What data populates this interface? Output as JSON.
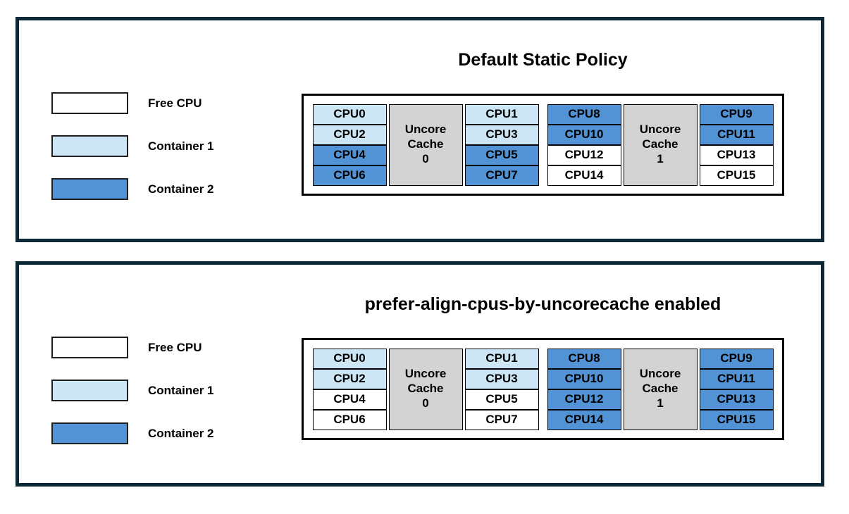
{
  "colors": {
    "free": "#ffffff",
    "container1": "#cce6f6",
    "container2": "#5193d5",
    "cache": "#d3d3d3",
    "panel_border": "#0c2836"
  },
  "legend": {
    "items": [
      {
        "label": "Free CPU",
        "color_key": "free"
      },
      {
        "label": "Container 1",
        "color_key": "container1"
      },
      {
        "label": "Container 2",
        "color_key": "container2"
      }
    ]
  },
  "panels": [
    {
      "title": "Default Static Policy",
      "groups": [
        {
          "cache_label_lines": [
            "Uncore",
            "Cache",
            "0"
          ],
          "left_cells": [
            {
              "label": "CPU0",
              "state": "container1"
            },
            {
              "label": "CPU2",
              "state": "container1"
            },
            {
              "label": "CPU4",
              "state": "container2"
            },
            {
              "label": "CPU6",
              "state": "container2"
            }
          ],
          "right_cells": [
            {
              "label": "CPU1",
              "state": "container1"
            },
            {
              "label": "CPU3",
              "state": "container1"
            },
            {
              "label": "CPU5",
              "state": "container2"
            },
            {
              "label": "CPU7",
              "state": "container2"
            }
          ]
        },
        {
          "cache_label_lines": [
            "Uncore",
            "Cache",
            "1"
          ],
          "left_cells": [
            {
              "label": "CPU8",
              "state": "container2"
            },
            {
              "label": "CPU10",
              "state": "container2"
            },
            {
              "label": "CPU12",
              "state": "free"
            },
            {
              "label": "CPU14",
              "state": "free"
            }
          ],
          "right_cells": [
            {
              "label": "CPU9",
              "state": "container2"
            },
            {
              "label": "CPU11",
              "state": "container2"
            },
            {
              "label": "CPU13",
              "state": "free"
            },
            {
              "label": "CPU15",
              "state": "free"
            }
          ]
        }
      ]
    },
    {
      "title": "prefer-align-cpus-by-uncorecache enabled",
      "groups": [
        {
          "cache_label_lines": [
            "Uncore",
            "Cache",
            "0"
          ],
          "left_cells": [
            {
              "label": "CPU0",
              "state": "container1"
            },
            {
              "label": "CPU2",
              "state": "container1"
            },
            {
              "label": "CPU4",
              "state": "free"
            },
            {
              "label": "CPU6",
              "state": "free"
            }
          ],
          "right_cells": [
            {
              "label": "CPU1",
              "state": "container1"
            },
            {
              "label": "CPU3",
              "state": "container1"
            },
            {
              "label": "CPU5",
              "state": "free"
            },
            {
              "label": "CPU7",
              "state": "free"
            }
          ]
        },
        {
          "cache_label_lines": [
            "Uncore",
            "Cache",
            "1"
          ],
          "left_cells": [
            {
              "label": "CPU8",
              "state": "container2"
            },
            {
              "label": "CPU10",
              "state": "container2"
            },
            {
              "label": "CPU12",
              "state": "container2"
            },
            {
              "label": "CPU14",
              "state": "container2"
            }
          ],
          "right_cells": [
            {
              "label": "CPU9",
              "state": "container2"
            },
            {
              "label": "CPU11",
              "state": "container2"
            },
            {
              "label": "CPU13",
              "state": "container2"
            },
            {
              "label": "CPU15",
              "state": "container2"
            }
          ]
        }
      ]
    }
  ]
}
